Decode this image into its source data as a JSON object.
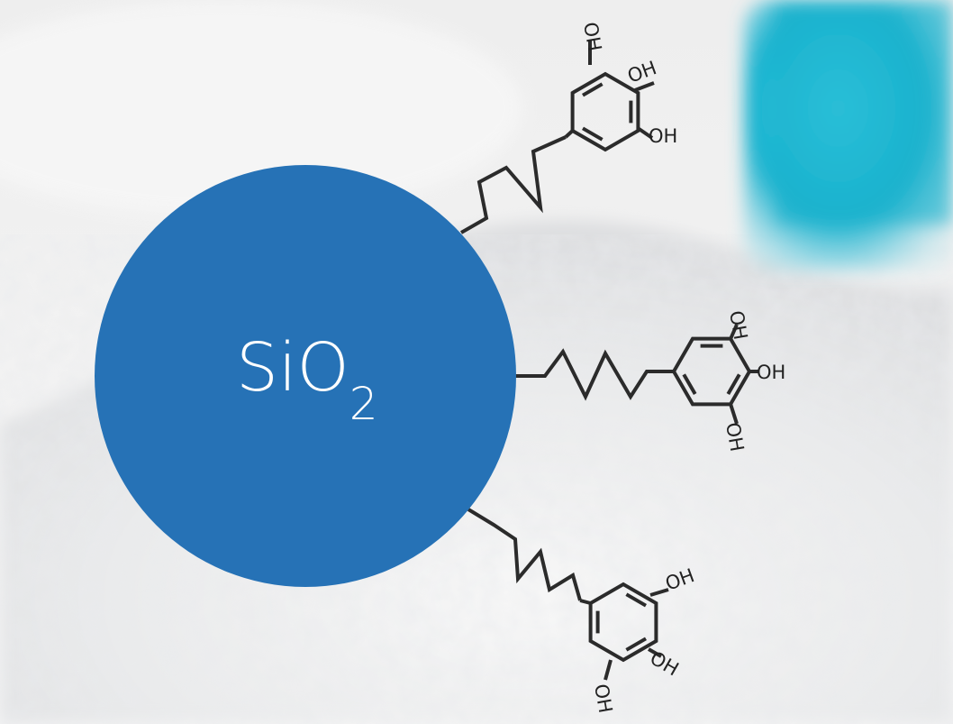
{
  "particle": {
    "label_main": "SiO",
    "label_subscript": "2",
    "color": "#2672b6"
  },
  "ligand": {
    "hydroxyl_label": "OH",
    "bond_color": "#2b2b2b",
    "count": 3,
    "hydroxyls_per_ligand": 3
  },
  "background": {
    "powder_color": "#f1f2f3",
    "container_color": "#1fb6d0"
  }
}
